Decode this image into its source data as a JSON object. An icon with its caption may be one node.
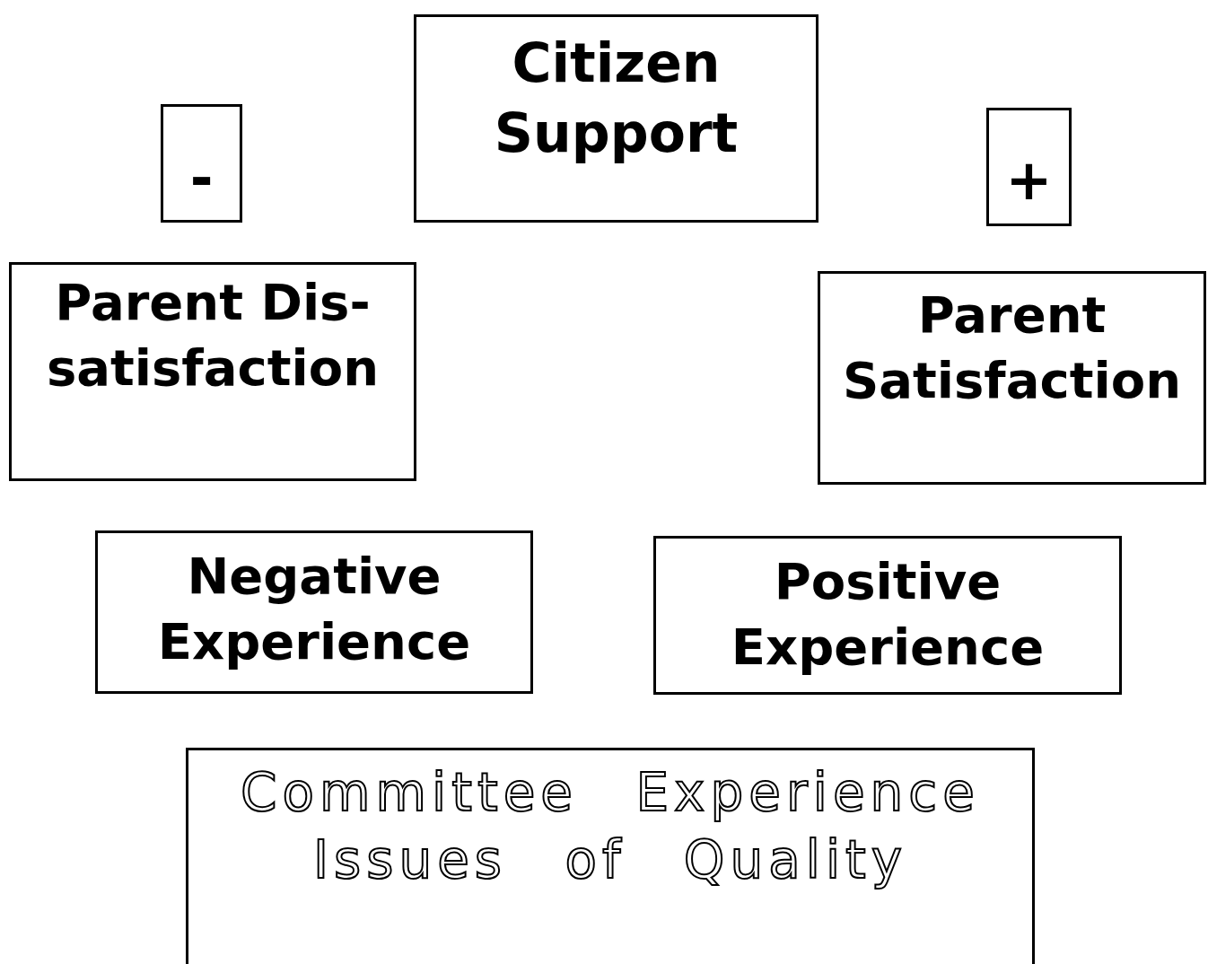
{
  "diagram": {
    "nodes": [
      {
        "text": [
          "-"
        ]
      },
      {
        "text": [
          "Citizen Support"
        ]
      },
      {
        "text": [
          "+"
        ]
      },
      {
        "text": [
          "Parent Dis- satisfaction"
        ]
      },
      {
        "text": [
          "Parent Satisfaction"
        ]
      },
      {
        "text": [
          "Negative Experience"
        ]
      },
      {
        "text": [
          "Positive Experience"
        ]
      },
      {
        "text": [
          "Committee Experience Issues of Quality"
        ]
      }
    ]
  }
}
